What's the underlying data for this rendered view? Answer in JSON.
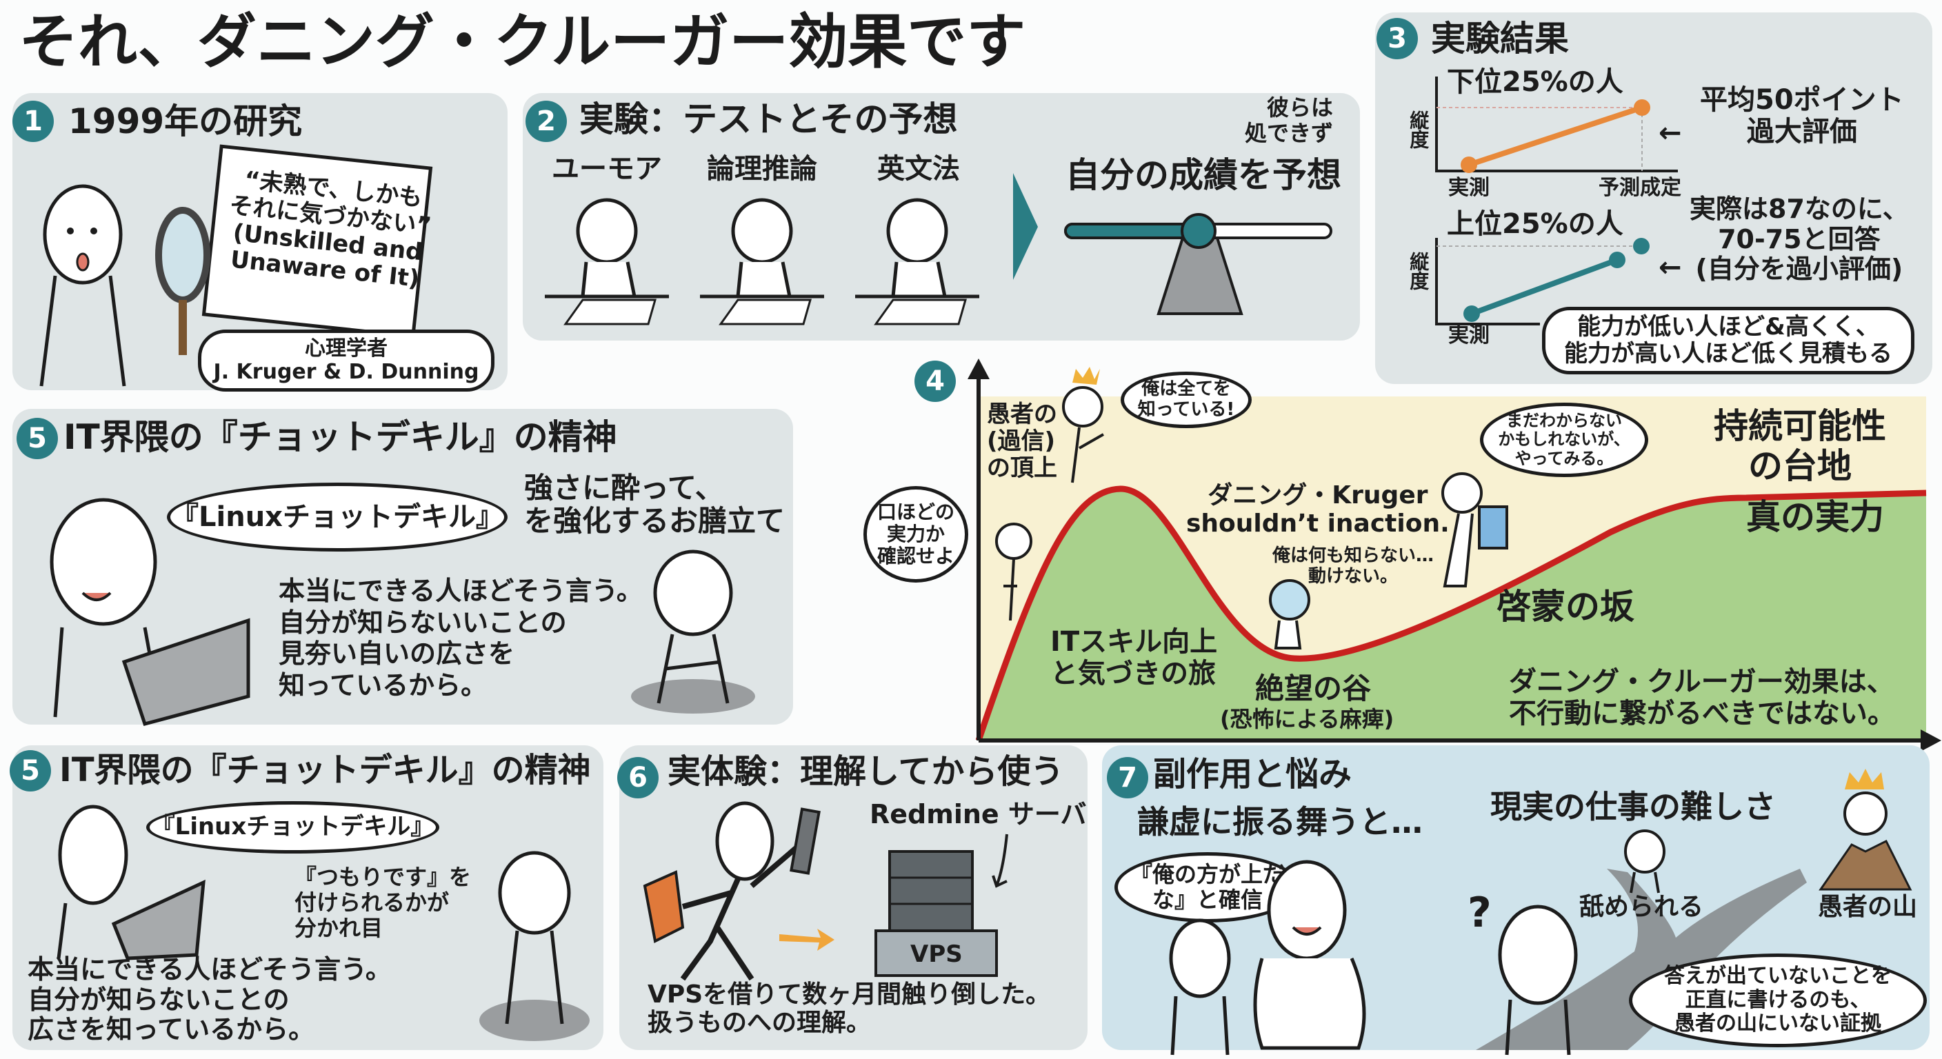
{
  "title": "それ、ダニング・クルーガー効果です",
  "colors": {
    "teal": "#2a7d84",
    "orange": "#e8893a",
    "red": "#c8201e",
    "green": "#a9d18c",
    "cream": "#f8f1d2",
    "panel": "#dfe5e6",
    "panel_blue": "#cfe3eb"
  },
  "panel1": {
    "number": "1",
    "heading": "1999年の研究",
    "sign_text": "“未熟で、しかも\nそれに気づかない”\n(Unskilled and\nUnaware of It)",
    "speech": "心理学者\nJ. Kruger & D. Dunning",
    "icons": [
      "stick-figure",
      "magnifying-glass-icon"
    ]
  },
  "panel2": {
    "number": "2",
    "heading": "実験：テストとその予想",
    "tests": [
      "ユーモア",
      "論理推論",
      "英文法"
    ],
    "note": "彼らは\n処できず",
    "prediction": "自分の成績を予想",
    "icons": [
      "chevron-right-icon",
      "balance-scale-icon"
    ]
  },
  "panel3": {
    "number": "3",
    "heading": "実験結果",
    "bottom_group": {
      "label": "下位25%の人",
      "ylabel": "縦度",
      "x_labels": [
        "実測",
        "予測成定"
      ],
      "note": "平均50ポイント\n過大評価"
    },
    "top_group": {
      "label": "上位25%の人",
      "ylabel": "縦度",
      "x_labels": [
        "実測"
      ],
      "note": "実際は87なのに、\n70-75と回答\n(自分を過小評価)"
    },
    "arrow": "←",
    "summary": "能力が低い人ほど&高くく、\n能力が高い人ほど低く見積もる"
  },
  "panel4": {
    "number": "4",
    "peak_label": "愚者の\n(過信)\nの頂上",
    "peak_speech": "俺は全てを\n知っている!",
    "start_speech": "口ほどの\n実力か\n確認せよ",
    "middle_label": "ダニング・Kruger\nshouldn’t inaction.",
    "slope_speech": "まだわからない\nかもしれないが、\nやってみる。",
    "plateau_label": "持続可能性\nの台地",
    "true_skill": "真の実力",
    "valley_thought": "俺は何も知らない…\n動けない。",
    "slope_label": "啓蒙の坂",
    "journey_label": "ITスキル向上\nと気づきの旅",
    "valley_label": "絶望の谷",
    "valley_sub": "(恐怖による麻痺)",
    "conclusion": "ダニング・クルーガー効果は、\n不行動に繋がるべきではない。"
  },
  "panel5a": {
    "number": "5",
    "heading": "IT界隈の『チョットデキル』の精神",
    "overlay": "強さに酔って、\nを強化するお膳立て",
    "speech": "『Linuxチョットデキル』",
    "body": "本当にできる人ほどそう言う。\n自分が知らないいことの\n見夯い自いの広さを\n知っているから。"
  },
  "panel5b": {
    "number": "5",
    "heading": "IT界隈の『チョットデキル』の精神",
    "speech": "『Linuxチョットデキル』",
    "side_note": "『つもりです』を\n付けられるかが\n分かれ目",
    "body": "本当にできる人ほどそう言う。\n自分が知らないことの\n広さを知っているから。"
  },
  "panel6": {
    "number": "6",
    "heading": "実体験：理解してから使う",
    "server_label": "Redmine サーバ",
    "vps_label": "VPS",
    "body": "VPSを借りて数ヶ月間触り倒した。\n扱うものへの理解。"
  },
  "panel7": {
    "number": "7",
    "heading": "副作用と悩み",
    "subheading": "謙虚に振る舞うと…",
    "speech": "『俺の方が上だ\nな』と確信",
    "reality": "現実の仕事の難しさ",
    "path_left": "舐められる",
    "path_right": "愚者の山",
    "question": "?",
    "answer": "答えが出ていないことを\n正直に書けるのも、\n愚者の山にいない証拠"
  }
}
